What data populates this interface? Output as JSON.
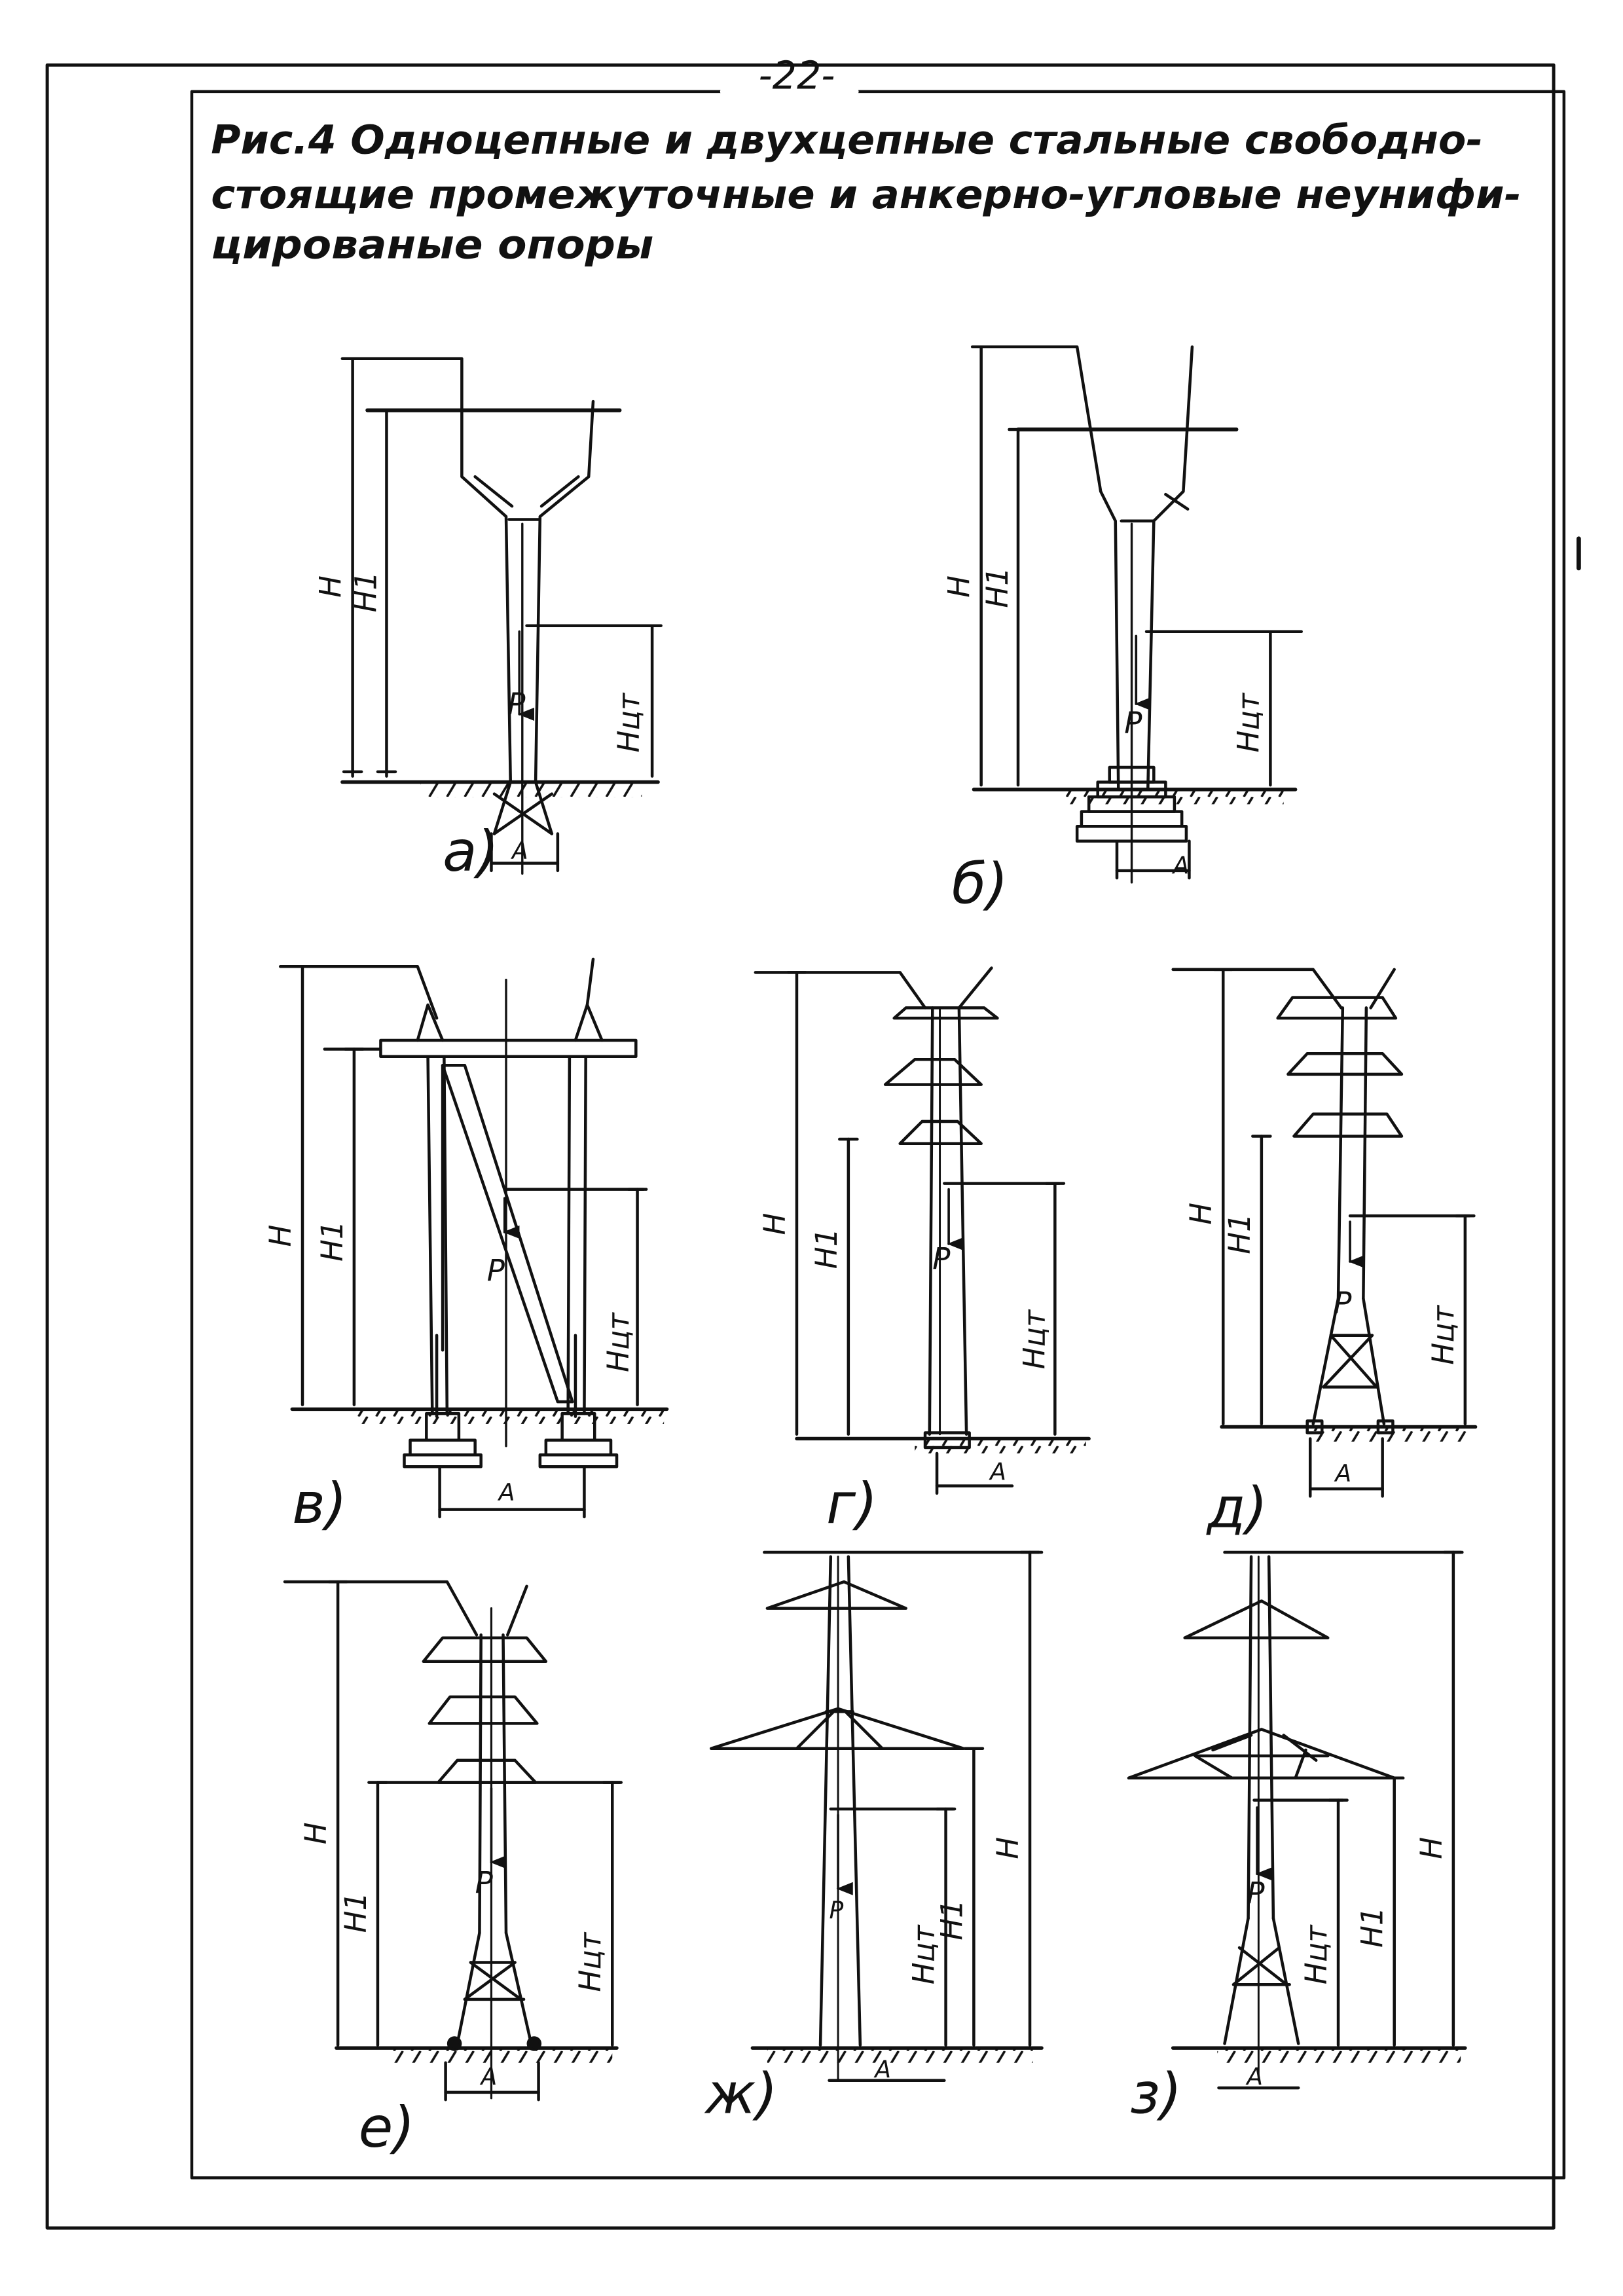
{
  "page_number": "-22-",
  "caption_lines": [
    "Рис.4 Одноцепные и двухцепные стальные свободно-",
    "стоящие промежуточные и анкерно-угловые неунифи-",
    "цированые опоры"
  ],
  "dimension_labels": {
    "H": "H",
    "H1": "H1",
    "Hct": "Hцт",
    "A": "A",
    "P": "P"
  },
  "figures": [
    {
      "id": "a",
      "label": "а)"
    },
    {
      "id": "b",
      "label": "б)"
    },
    {
      "id": "v",
      "label": "в)"
    },
    {
      "id": "g",
      "label": "г)"
    },
    {
      "id": "d",
      "label": "д)"
    },
    {
      "id": "e",
      "label": "е)"
    },
    {
      "id": "zh",
      "label": "ж)"
    },
    {
      "id": "z",
      "label": "з)"
    }
  ],
  "colors": {
    "ink": "#111111",
    "paper": "#ffffff"
  }
}
